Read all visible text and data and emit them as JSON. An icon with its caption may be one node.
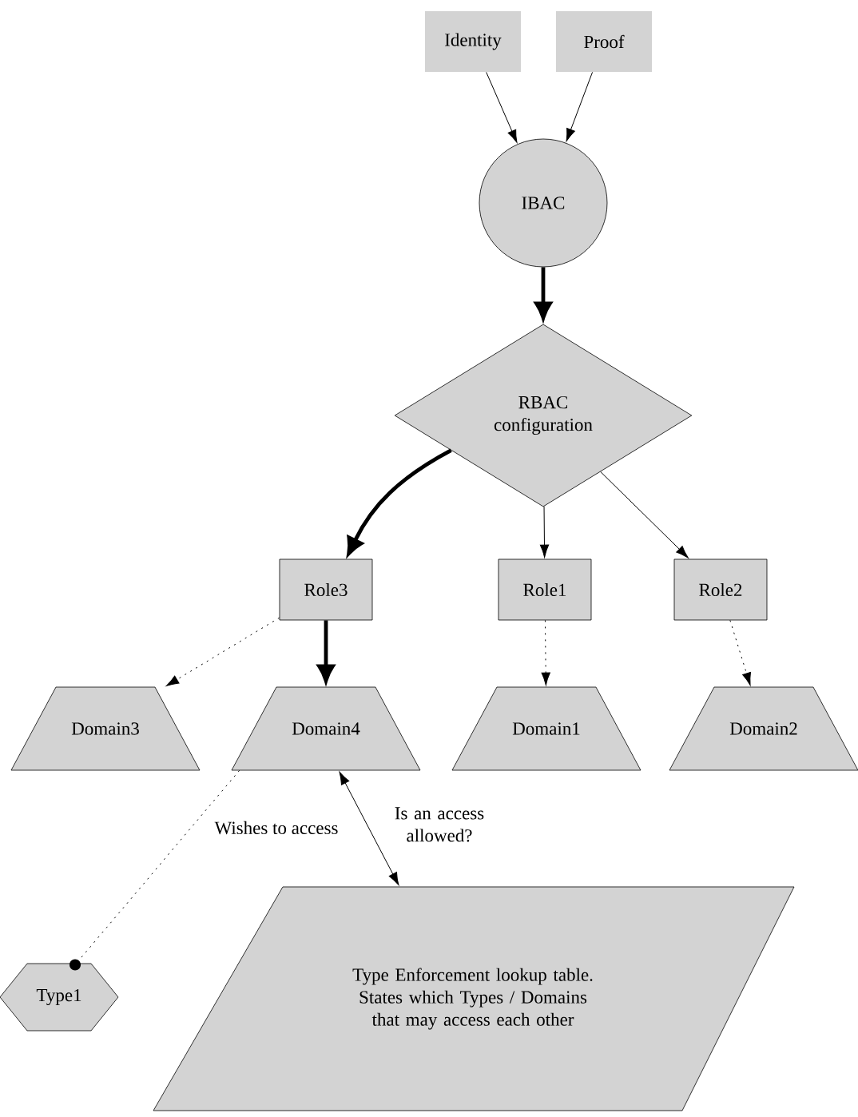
{
  "diagram": {
    "nodes": [
      {
        "text": [
          "Identity"
        ]
      },
      {
        "text": [
          "Proof"
        ]
      },
      {
        "text": [
          "IBAC"
        ]
      },
      {
        "text": [
          "RBAC configuration"
        ]
      },
      {
        "text": [
          "Role3"
        ]
      },
      {
        "text": [
          "Role1"
        ]
      },
      {
        "text": [
          "Role2"
        ]
      },
      {
        "text": [
          "Domain3"
        ]
      },
      {
        "text": [
          "Domain4"
        ]
      },
      {
        "text": [
          "Domain1"
        ]
      },
      {
        "text": [
          "Domain2"
        ]
      },
      {
        "text": [
          "Type1"
        ]
      },
      {
        "text": [
          "Type Enforcement lookup table. States which Types / Domains that may access each other"
        ]
      }
    ],
    "edges": [
      {
        "from": 0,
        "to": 2,
        "arrow": "to"
      },
      {
        "from": 1,
        "to": 2,
        "arrow": "to"
      },
      {
        "from": 2,
        "to": 3,
        "arrow": "to",
        "style": "thick"
      },
      {
        "from": 3,
        "to": 4,
        "arrow": "to",
        "style": "thick"
      },
      {
        "from": 3,
        "to": 5,
        "arrow": "to"
      },
      {
        "from": 3,
        "to": 6,
        "arrow": "to"
      },
      {
        "from": 4,
        "to": 7,
        "arrow": "to",
        "style": "dashed"
      },
      {
        "from": 4,
        "to": 8,
        "arrow": "to",
        "style": "thick"
      },
      {
        "from": 5,
        "to": 9,
        "arrow": "to",
        "style": "dashed"
      },
      {
        "from": 6,
        "to": 10,
        "arrow": "to",
        "style": "dashed"
      },
      {
        "from": 8,
        "to": 11,
        "arrow": "other",
        "style": "dashed",
        "label": "Wishes to access"
      },
      {
        "from": 8,
        "to": 12,
        "arrow": "both",
        "label": "Is an access allowed?"
      }
    ]
  }
}
